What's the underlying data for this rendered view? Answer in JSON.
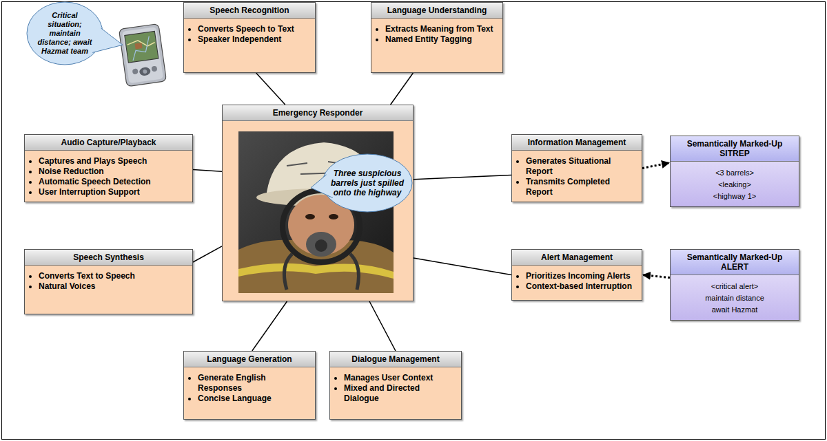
{
  "diagram": {
    "nodes": [
      {
        "text": [
          "Critical situation; maintain distance; await Hazmat team"
        ]
      },
      {
        "text": [
          "Speech Recognition",
          "Converts Speech to Text",
          "Speaker Independent"
        ]
      },
      {
        "text": [
          "Language Understanding",
          "Extracts Meaning from Text",
          "Named Entity Tagging"
        ]
      },
      {
        "text": [
          "Audio Capture/Playback",
          "Captures and Plays Speech",
          "Noise Reduction",
          "Automatic Speech Detection",
          "User Interruption Support"
        ]
      },
      {
        "text": [
          "Emergency Responder"
        ]
      },
      {
        "text": [
          "Three suspicious barrels just spilled onto the highway"
        ],
        "in": 4
      },
      {
        "text": [
          "Information Management",
          "Generates Situational Report",
          "Transmits Completed Report"
        ]
      },
      {
        "text": [
          "Semantically Marked-Up SITREP",
          "<3 barrels>",
          "<leaking>",
          "<highway 1>"
        ]
      },
      {
        "text": [
          "Speech Synthesis",
          "Converts Text to Speech",
          "Natural Voices"
        ]
      },
      {
        "text": [
          "Alert Management",
          "Prioritizes Incoming Alerts",
          "Context-based Interruption"
        ]
      },
      {
        "text": [
          "Semantically Marked-Up ALERT",
          "<critical alert>",
          "maintain distance",
          "await Hazmat"
        ]
      },
      {
        "text": [
          "Language Generation",
          "Generate English Responses",
          "Concise Language"
        ]
      },
      {
        "text": [
          "Dialogue Management",
          "Manages User Context",
          "Mixed and Directed Dialogue"
        ]
      }
    ],
    "edges": [
      {
        "from": 4,
        "to": 1,
        "arrow": "none"
      },
      {
        "from": 4,
        "to": 2,
        "arrow": "none"
      },
      {
        "from": 4,
        "to": 3,
        "arrow": "none"
      },
      {
        "from": 4,
        "to": 8,
        "arrow": "none"
      },
      {
        "from": 4,
        "to": 6,
        "arrow": "none"
      },
      {
        "from": 4,
        "to": 9,
        "arrow": "none"
      },
      {
        "from": 4,
        "to": 11,
        "arrow": "none"
      },
      {
        "from": 4,
        "to": 12,
        "arrow": "none"
      },
      {
        "from": 6,
        "to": 7,
        "arrow": "to"
      },
      {
        "from": 10,
        "to": 9,
        "arrow": "to"
      }
    ]
  }
}
